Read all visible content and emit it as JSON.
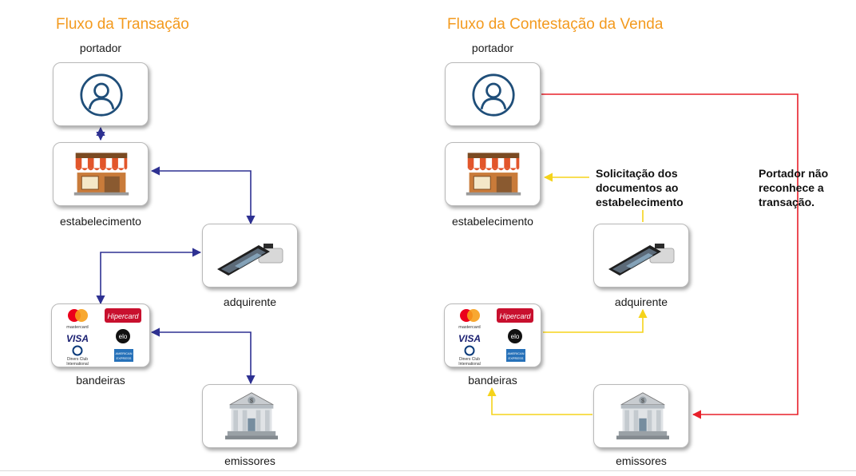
{
  "left": {
    "title": "Fluxo da Transação",
    "labels": {
      "portador": "portador",
      "estabelecimento": "estabelecimento",
      "adquirente": "adquirente",
      "bandeiras": "bandeiras",
      "emissores": "emissores"
    }
  },
  "right": {
    "title": "Fluxo da Contestação da Venda",
    "labels": {
      "portador": "portador",
      "estabelecimento": "estabelecimento",
      "adquirente": "adquirente",
      "bandeiras": "bandeiras",
      "emissores": "emissores"
    },
    "notes": {
      "solicitacao": [
        "Solicitação dos",
        "documentos ao",
        "estabelecimento"
      ],
      "portador_nao": [
        "Portador não",
        "reconhece a",
        "transação."
      ]
    }
  },
  "card_brands": {
    "mastercard": "mastercard",
    "hipercard": "Hipercard",
    "visa": "VISA",
    "elo": "elo",
    "diners": [
      "Diners Club",
      "International"
    ],
    "amex": [
      "AMERICAN",
      "EXPRESS"
    ]
  },
  "colors": {
    "title": "#f39a1e",
    "navy_arrow": "#2e3192",
    "red_arrow": "#e8202a",
    "yellow_arrow": "#f5d31b",
    "icon_blue": "#1f4e79"
  },
  "icons": [
    "person-icon",
    "store-icon",
    "card-terminal-icon",
    "card-brands-icon",
    "bank-icon"
  ]
}
